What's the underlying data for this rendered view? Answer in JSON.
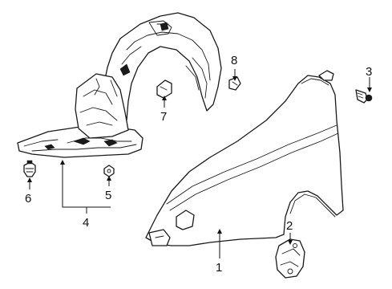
{
  "diagram": {
    "callouts": [
      {
        "id": "1",
        "label": "1"
      },
      {
        "id": "2",
        "label": "2"
      },
      {
        "id": "3",
        "label": "3"
      },
      {
        "id": "4",
        "label": "4"
      },
      {
        "id": "5",
        "label": "5"
      },
      {
        "id": "6",
        "label": "6"
      },
      {
        "id": "7",
        "label": "7"
      },
      {
        "id": "8",
        "label": "8"
      }
    ],
    "line_color": "#1a1a1a",
    "background": "#ffffff"
  }
}
